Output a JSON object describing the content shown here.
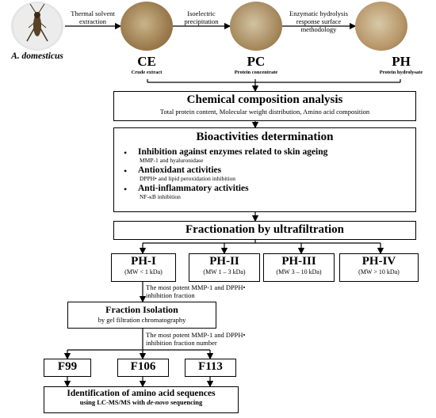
{
  "top": {
    "organism_label": "A. domesticus",
    "step1_label": "Thermal solvent extraction",
    "step2_label": "Isoelectric precipitation",
    "step3_label": "Enzymatic hydrolysis response surface methodology",
    "ce_code": "CE",
    "ce_name": "Crude extract",
    "pc_code": "PC",
    "pc_name": "Protein concentrate",
    "ph_code": "PH",
    "ph_name": "Protein hydrolysate"
  },
  "chemical": {
    "title": "Chemical composition analysis",
    "subtitle": "Total protein content, Molecular weight distribution, Amino acid composition"
  },
  "bioactivities": {
    "title": "Bioactivities determination",
    "items": [
      {
        "heading": "Inhibition against enzymes related to skin ageing",
        "detail": "MMP-1 and hyaluronidase"
      },
      {
        "heading": "Antioxidant activities",
        "detail": "DPPH• and lipid peroxidation inhibition"
      },
      {
        "heading": "Anti-inflammatory activities",
        "detail": "NF-κB inhibition"
      }
    ]
  },
  "fractionation": {
    "title": "Fractionation by ultrafiltration"
  },
  "fractions": [
    {
      "name": "PH-I",
      "mw": "(MW < 1 kDa)"
    },
    {
      "name": "PH-II",
      "mw": "(MW 1 – 3 kDa)"
    },
    {
      "name": "PH-III",
      "mw": "(MW 3 – 10 kDa)"
    },
    {
      "name": "PH-IV",
      "mw": "(MW > 10 kDa)"
    }
  ],
  "note1": "The most potent MMP-1 and DPPH• inhibition fraction",
  "isolation": {
    "title": "Fraction Isolation",
    "subtitle": "by gel filtration chromatography"
  },
  "note2": "The most potent MMP-1 and DPPH• inhibition fraction number",
  "subfractions": [
    "F99",
    "F106",
    "F113"
  ],
  "identification": {
    "title": "Identification of amino acid sequences",
    "subtitle_prefix": "using LC-MS/MS with ",
    "subtitle_italic": "de-novo",
    "subtitle_suffix": " sequencing"
  },
  "colors": {
    "line": "#000000",
    "cricket_bg": "#e6e6e6",
    "powder_light": "#d8c9a8",
    "powder_mid": "#b8976a",
    "powder_dark": "#8a6a3f"
  }
}
